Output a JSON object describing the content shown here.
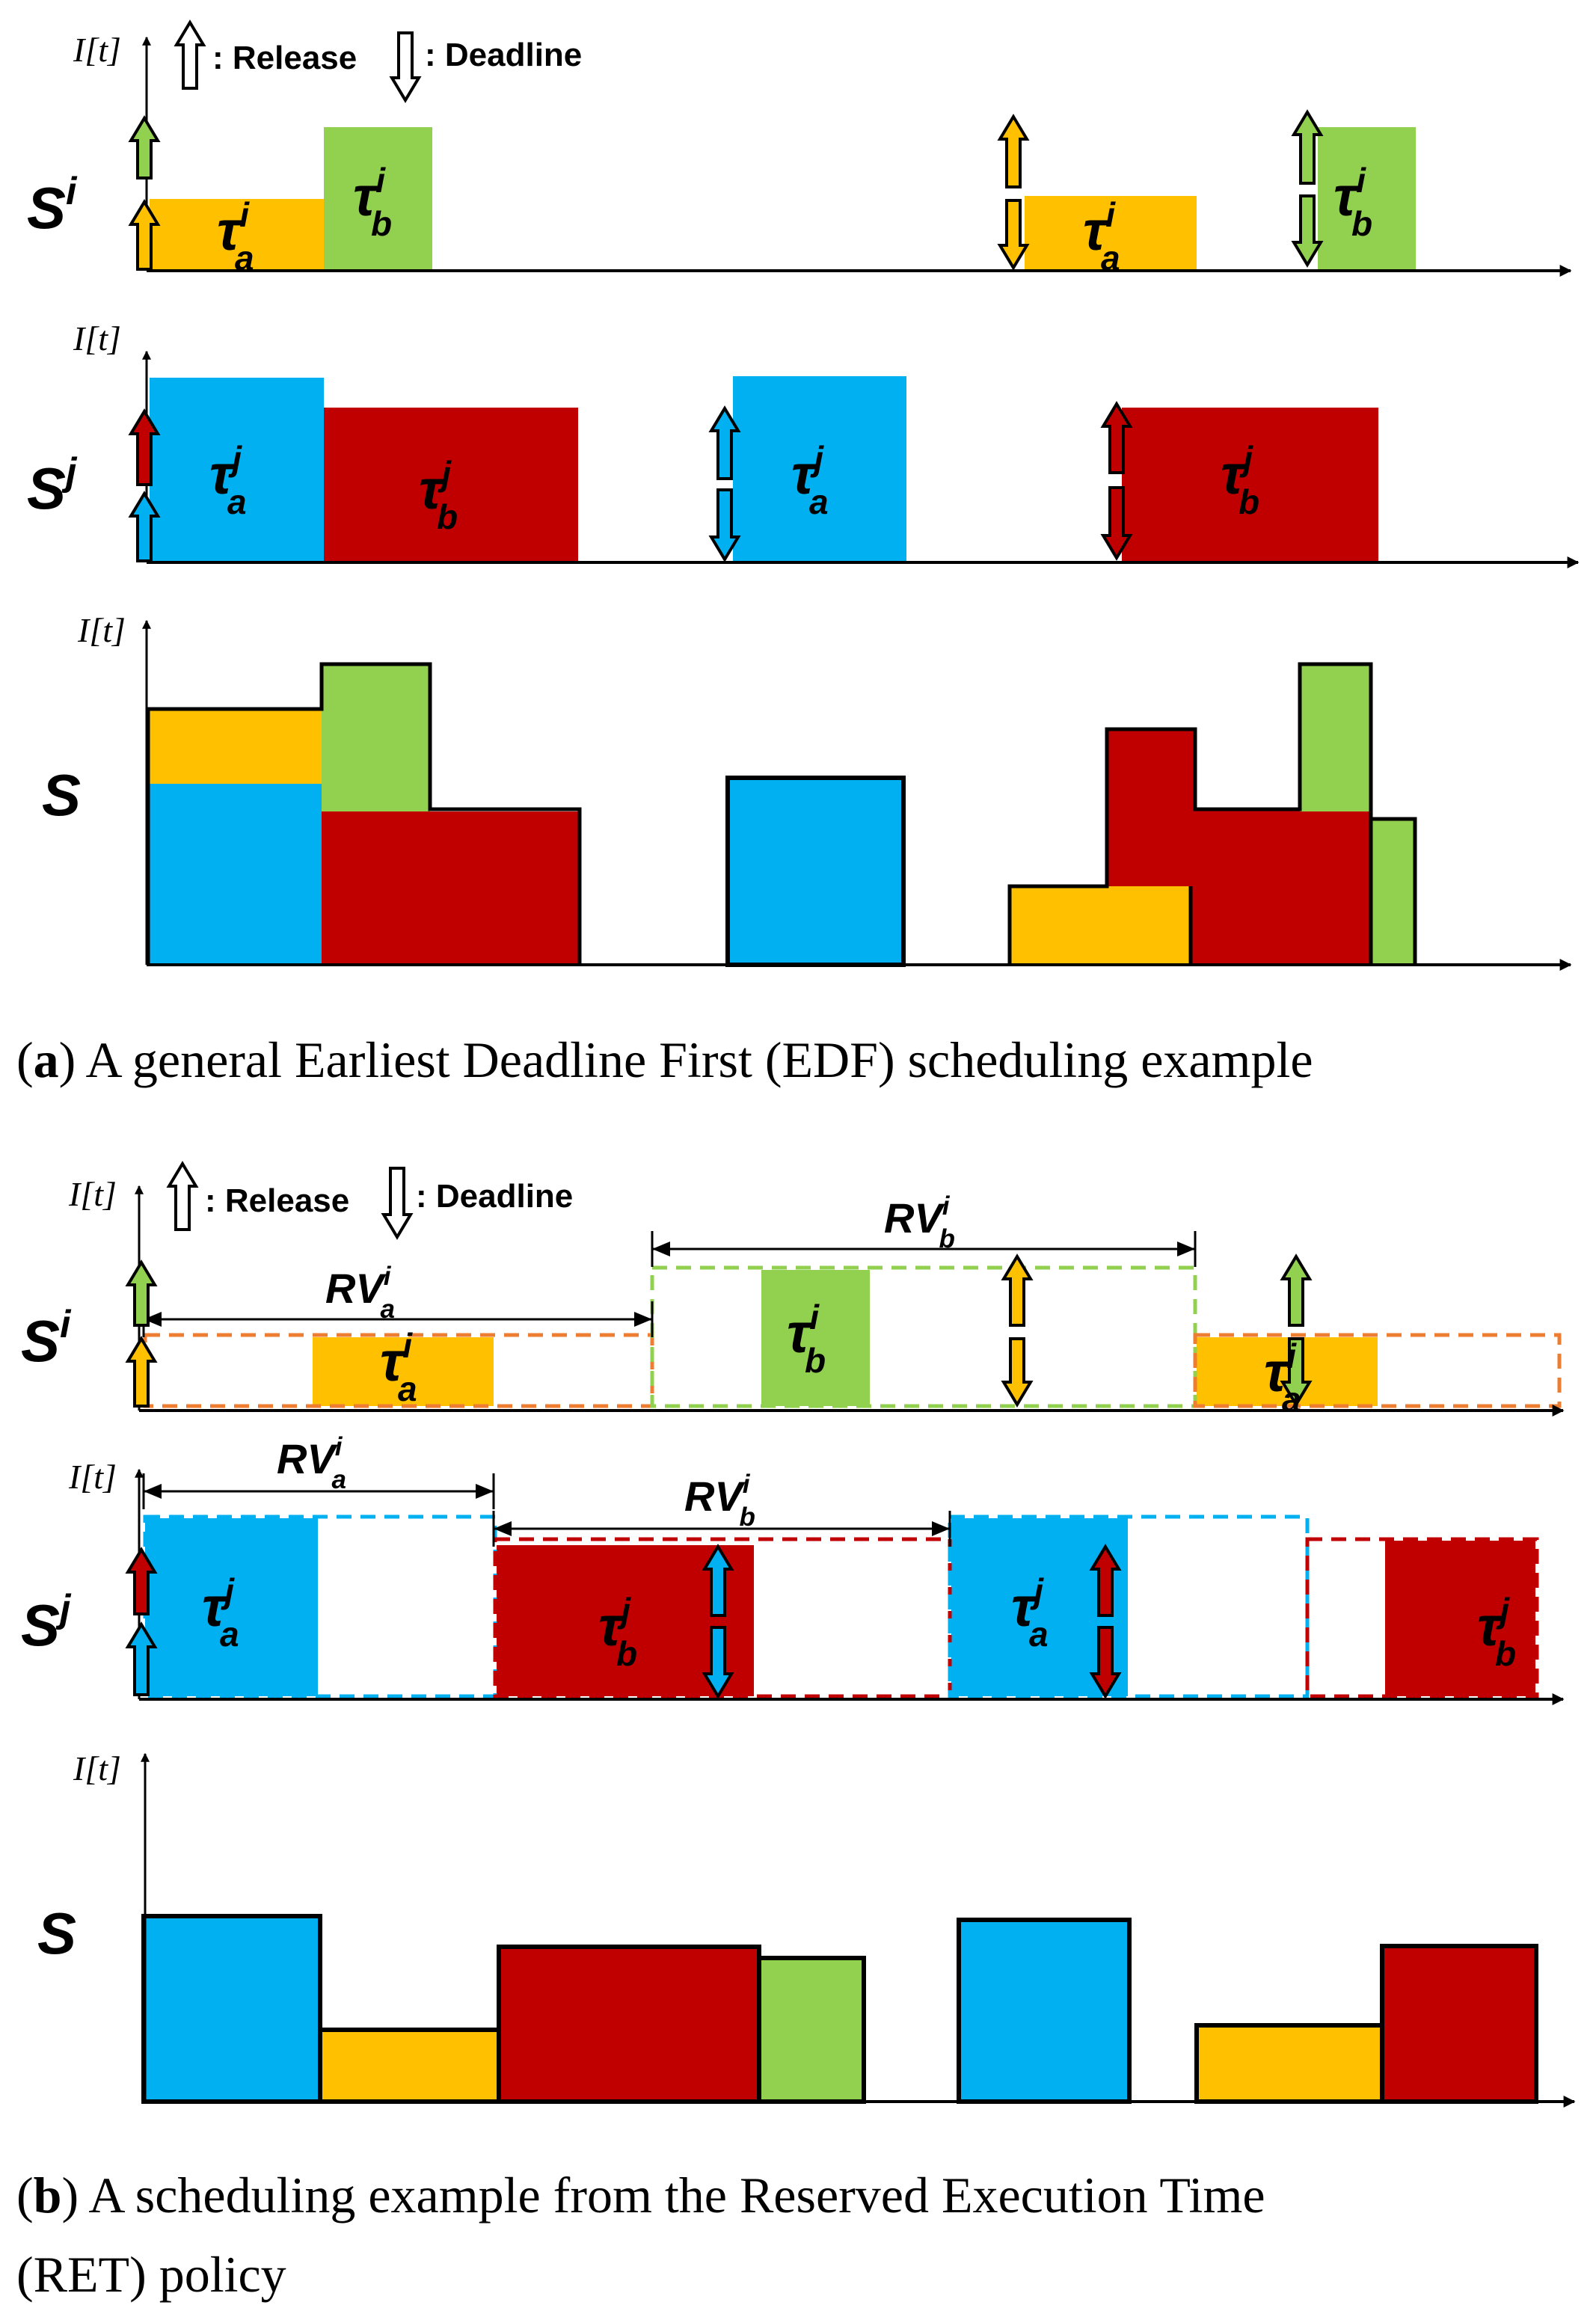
{
  "legend": {
    "release_label": ": Release",
    "deadline_label": ": Deadline"
  },
  "axis_label": "I[t]",
  "rows": {
    "si_base": "S",
    "si_sup": "i",
    "sj_base": "S",
    "sj_sup": "j",
    "s_label": "S"
  },
  "tasks": {
    "tau": "τ",
    "a": "a",
    "b": "b",
    "i": "i",
    "j": "j",
    "rv": "RV"
  },
  "captions": {
    "a_tag": "a",
    "a_text": " A general Earliest Deadline First (EDF) scheduling example",
    "b_tag": "b",
    "b_text_line1": " A scheduling example from the Reserved Execution Time",
    "b_text_line2": "(RET) policy"
  },
  "colors": {
    "tau_a_i": "#FFC000",
    "tau_b_i": "#92D050",
    "tau_a_j": "#00B0F0",
    "tau_b_j": "#C00000",
    "rv_a_i": "#ED7D31",
    "rv_b_i": "#92D050",
    "rv_a_j": "#00B0F0",
    "rv_b_j": "#C00000"
  }
}
